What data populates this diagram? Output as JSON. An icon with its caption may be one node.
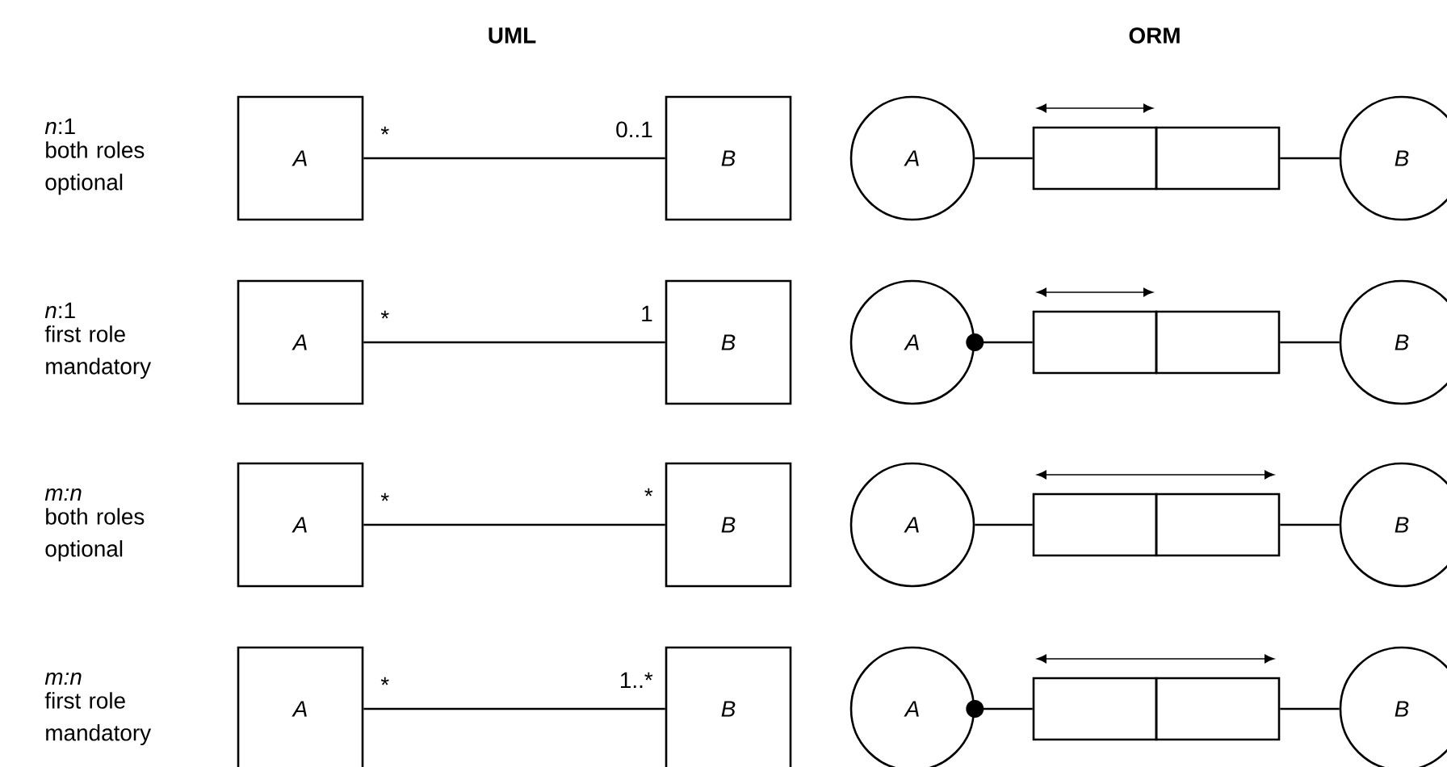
{
  "diagram": {
    "nodes": [
      {
        "text": [
          "A"
        ]
      },
      {
        "text": [
          "B"
        ]
      },
      {
        "text": [
          "A"
        ]
      },
      {
        "text": [],
        "shape": "box"
      },
      {
        "text": [],
        "shape": "box"
      },
      {
        "text": [
          "B"
        ]
      },
      {
        "text": [
          "A"
        ]
      },
      {
        "text": [
          "B"
        ]
      },
      {
        "text": [
          "A"
        ]
      },
      {
        "text": [],
        "shape": "box"
      },
      {
        "text": [],
        "shape": "box"
      },
      {
        "text": [
          "B"
        ]
      },
      {
        "text": [
          "A"
        ]
      },
      {
        "text": [
          "B"
        ]
      },
      {
        "text": [
          "A"
        ]
      },
      {
        "text": [],
        "shape": "box"
      },
      {
        "text": [],
        "shape": "box"
      },
      {
        "text": [
          "B"
        ]
      },
      {
        "text": [
          "A"
        ]
      },
      {
        "text": [
          "B"
        ]
      },
      {
        "text": [
          "A"
        ]
      },
      {
        "text": [],
        "shape": "box"
      },
      {
        "text": [],
        "shape": "box"
      },
      {
        "text": [
          "B"
        ]
      }
    ],
    "edges": [
      {
        "from": 0,
        "to": 1,
        "arrow": "none"
      },
      {
        "from": 2,
        "to": 3,
        "arrow": "none"
      },
      {
        "from": 4,
        "to": 5,
        "arrow": "none"
      },
      {
        "from": 6,
        "to": 7,
        "arrow": "none"
      },
      {
        "from": 8,
        "to": 9,
        "arrow": "other"
      },
      {
        "from": 10,
        "to": 11,
        "arrow": "none"
      },
      {
        "from": 12,
        "to": 13,
        "arrow": "none"
      },
      {
        "from": 14,
        "to": 15,
        "arrow": "none"
      },
      {
        "from": 16,
        "to": 17,
        "arrow": "none"
      },
      {
        "from": 18,
        "to": 19,
        "arrow": "none"
      },
      {
        "from": 20,
        "to": 21,
        "arrow": "other"
      },
      {
        "from": 22,
        "to": 23,
        "arrow": "none"
      }
    ],
    "labels": [
      "UML",
      "ORM",
      "*n*:1",
      "both roles optional",
      "*",
      "0..1",
      "*n*:1",
      "first role mandatory",
      "*",
      "1",
      "*m:n*",
      "both roles optional",
      "*",
      "*",
      "*m:n*",
      "first role mandatory",
      "*",
      "1..*"
    ]
  }
}
